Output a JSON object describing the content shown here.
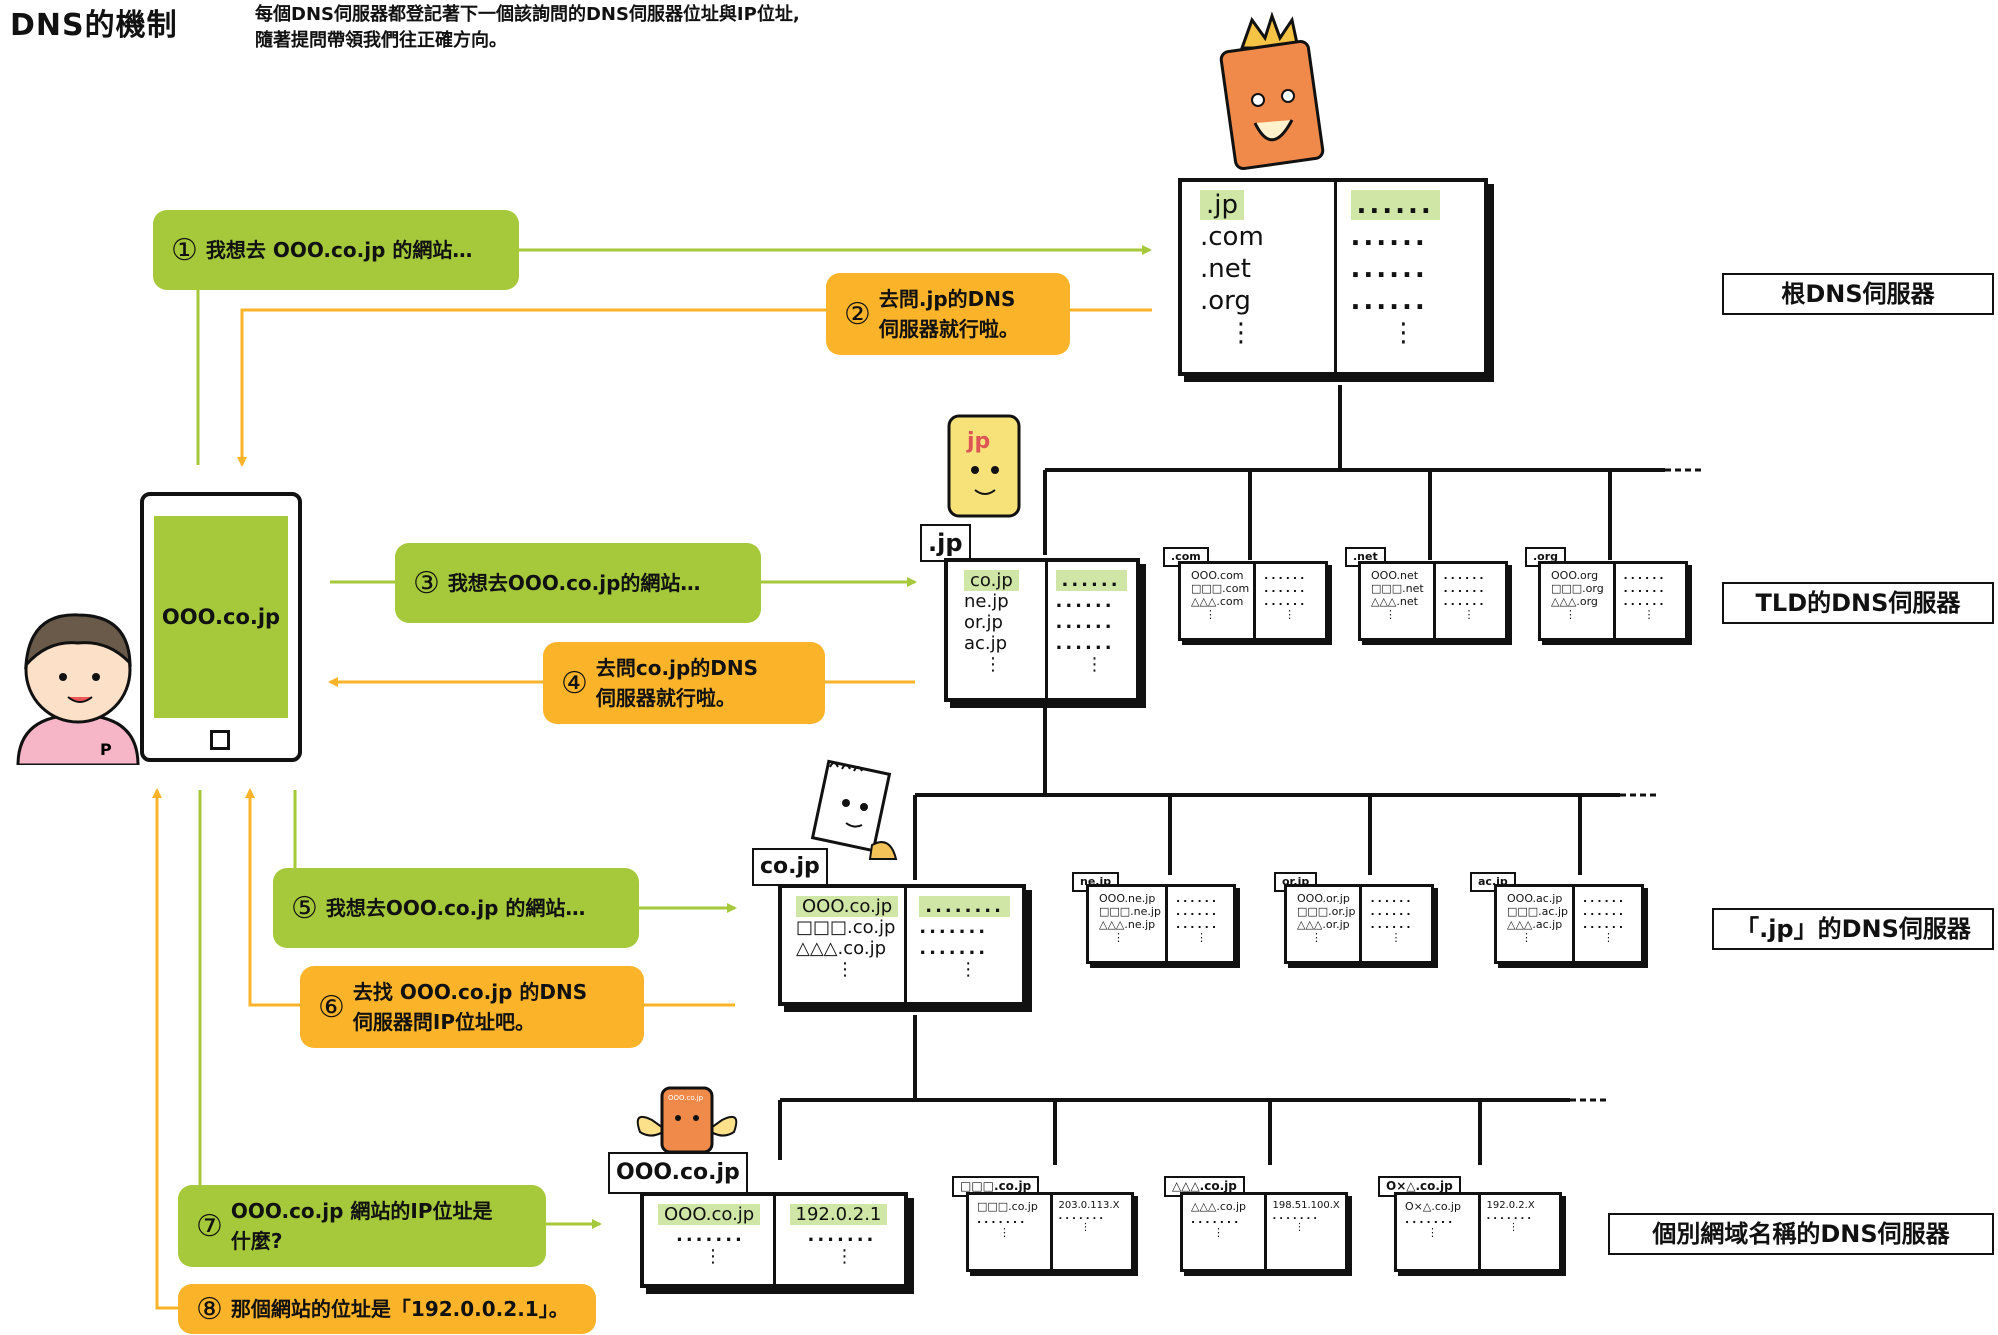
{
  "header": {
    "title": "DNS的機制",
    "description_line1": "每個DNS伺服器都登記著下一個該詢問的DNS伺服器位址與IP位址,",
    "description_line2": "隨著提問帶領我們往正確方向。"
  },
  "colors": {
    "green": "#a5c93a",
    "orange": "#fbb42a",
    "highlight": "#cfe6a6",
    "line": "#111111"
  },
  "tiers": {
    "root": "根DNS伺服器",
    "tld": "TLD的DNS伺服器",
    "jp": "「.jp」的DNS伺服器",
    "individual": "個別網域名稱的DNS伺服器"
  },
  "phone": {
    "screen_text": "OOO.co.jp"
  },
  "steps": [
    {
      "num": "①",
      "text": "我想去 OOO.co.jp 的網站…"
    },
    {
      "num": "②",
      "text1": "去問.jp的DNS",
      "text2": "伺服器就行啦。"
    },
    {
      "num": "③",
      "text": "我想去OOO.co.jp的網站…"
    },
    {
      "num": "④",
      "text1": "去問co.jp的DNS",
      "text2": "伺服器就行啦。"
    },
    {
      "num": "⑤",
      "text": "我想去OOO.co.jp 的網站…"
    },
    {
      "num": "⑥",
      "text1": "去找 OOO.co.jp 的DNS",
      "text2": "伺服器問IP位址吧。"
    },
    {
      "num": "⑦",
      "text1": "OOO.co.jp 網站的IP位址是",
      "text2": "什麼?"
    },
    {
      "num": "⑧",
      "text": "那個網站的位址是「192.0.0.2.1」。"
    }
  ],
  "root_book": {
    "left": [
      ".jp",
      ".com",
      ".net",
      ".org",
      "⋮"
    ],
    "right": [
      "......",
      "......",
      "......",
      "......",
      "⋮"
    ]
  },
  "jp_book": {
    "tab": ".jp",
    "left": [
      "co.jp",
      "ne.jp",
      "or.jp",
      "ac.jp",
      "⋮"
    ],
    "right": [
      "......",
      "......",
      "......",
      "......",
      "⋮"
    ]
  },
  "tld_books": [
    {
      "tab": ".com",
      "entries": [
        "OOO.com",
        "□□□.com",
        "△△△.com",
        "⋮"
      ],
      "right": [
        "......",
        "......",
        "......",
        "⋮"
      ]
    },
    {
      "tab": ".net",
      "entries": [
        "OOO.net",
        "□□□.net",
        "△△△.net",
        "⋮"
      ],
      "right": [
        "......",
        "......",
        "......",
        "⋮"
      ]
    },
    {
      "tab": ".org",
      "entries": [
        "OOO.org",
        "□□□.org",
        "△△△.org",
        "⋮"
      ],
      "right": [
        "......",
        "......",
        "......",
        "⋮"
      ]
    }
  ],
  "cojp_book": {
    "tab": "co.jp",
    "left": [
      "OOO.co.jp",
      "□□□.co.jp",
      "△△△.co.jp",
      "⋮"
    ],
    "right": [
      "........",
      ".......",
      ".......",
      "⋮"
    ]
  },
  "jp_books": [
    {
      "tab": "ne.jp",
      "entries": [
        "OOO.ne.jp",
        "□□□.ne.jp",
        "△△△.ne.jp",
        "⋮"
      ],
      "right": [
        "......",
        "......",
        "......",
        "⋮"
      ]
    },
    {
      "tab": "or.jp",
      "entries": [
        "OOO.or.jp",
        "□□□.or.jp",
        "△△△.or.jp",
        "⋮"
      ],
      "right": [
        "......",
        "......",
        "......",
        "⋮"
      ]
    },
    {
      "tab": "ac.jp",
      "entries": [
        "OOO.ac.jp",
        "□□□.ac.jp",
        "△△△.ac.jp",
        "⋮"
      ],
      "right": [
        "......",
        "......",
        "......",
        "⋮"
      ]
    }
  ],
  "ooo_book": {
    "tab": "OOO.co.jp",
    "left": [
      "OOO.co.jp",
      ".......",
      "⋮"
    ],
    "right": [
      "192.0.2.1",
      ".......",
      "⋮"
    ]
  },
  "ind_books": [
    {
      "tab": "□□□.co.jp",
      "left": [
        "□□□.co.jp",
        ".......",
        "⋮"
      ],
      "right": [
        "203.0.113.X",
        ".......",
        "⋮"
      ]
    },
    {
      "tab": "△△△.co.jp",
      "left": [
        "△△△.co.jp",
        ".......",
        "⋮"
      ],
      "right": [
        "198.51.100.X",
        ".......",
        "⋮"
      ]
    },
    {
      "tab": "O×△.co.jp",
      "left": [
        "O×△.co.jp",
        ".......",
        "⋮"
      ],
      "right": [
        "192.0.2.X",
        ".......",
        "⋮"
      ]
    }
  ],
  "mascots": {
    "jp_label": "jp",
    "ooo_label": "OOO.co.jp",
    "shirt_mark": "P"
  }
}
